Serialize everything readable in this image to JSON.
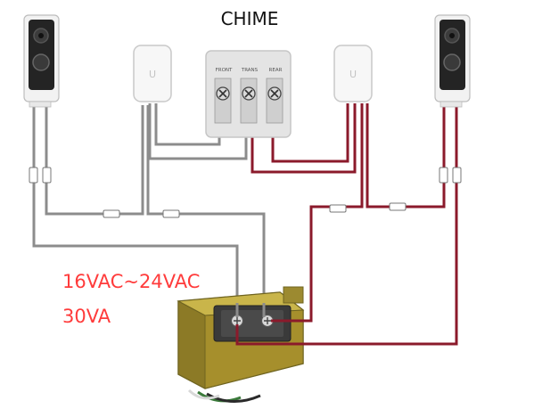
{
  "chime": {
    "title": "CHIME",
    "terminals": [
      "FRONT",
      "TRANS",
      "REAR"
    ]
  },
  "adapter_logo": "U",
  "transformer": {
    "voltage": "16VAC~24VAC",
    "power": "30VA"
  },
  "colors": {
    "wire_front": "#8c8c8c",
    "wire_rear": "#8b1a2b",
    "spec_text": "#ff3b3b",
    "title_text": "#111111",
    "doorbell_body": "#f2f2f2",
    "doorbell_face": "#222222",
    "chime_plate": "#e4e4e4",
    "transformer_body": "#b9a23a"
  },
  "icons": {
    "doorbell": "doorbell-camera-icon",
    "adapter": "power-kit-adapter-icon",
    "screw": "screw-terminal-icon",
    "transformer": "transformer-icon"
  }
}
